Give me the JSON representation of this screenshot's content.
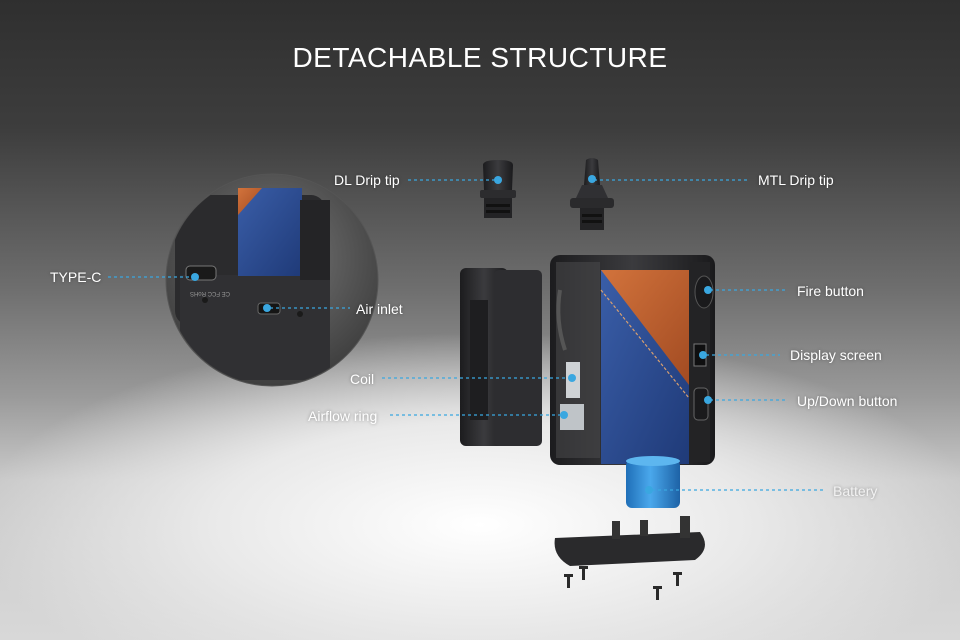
{
  "title": "DETACHABLE STRUCTURE",
  "callouts": {
    "dl_drip_tip": "DL Drip tip",
    "mtl_drip_tip": "MTL Drip tip",
    "type_c": "TYPE-C",
    "air_inlet": "Air inlet",
    "fire_button": "Fire button",
    "display_screen": "Display screen",
    "coil": "Coil",
    "airflow_ring": "Airflow ring",
    "up_down_button": "Up/Down button",
    "battery": "Battery"
  },
  "colors": {
    "accent": "#3aa7e0",
    "battery": "#2f8fd8",
    "leather": "#c0622e",
    "denim": "#2c4a8c",
    "body": "#2a2a2c"
  }
}
